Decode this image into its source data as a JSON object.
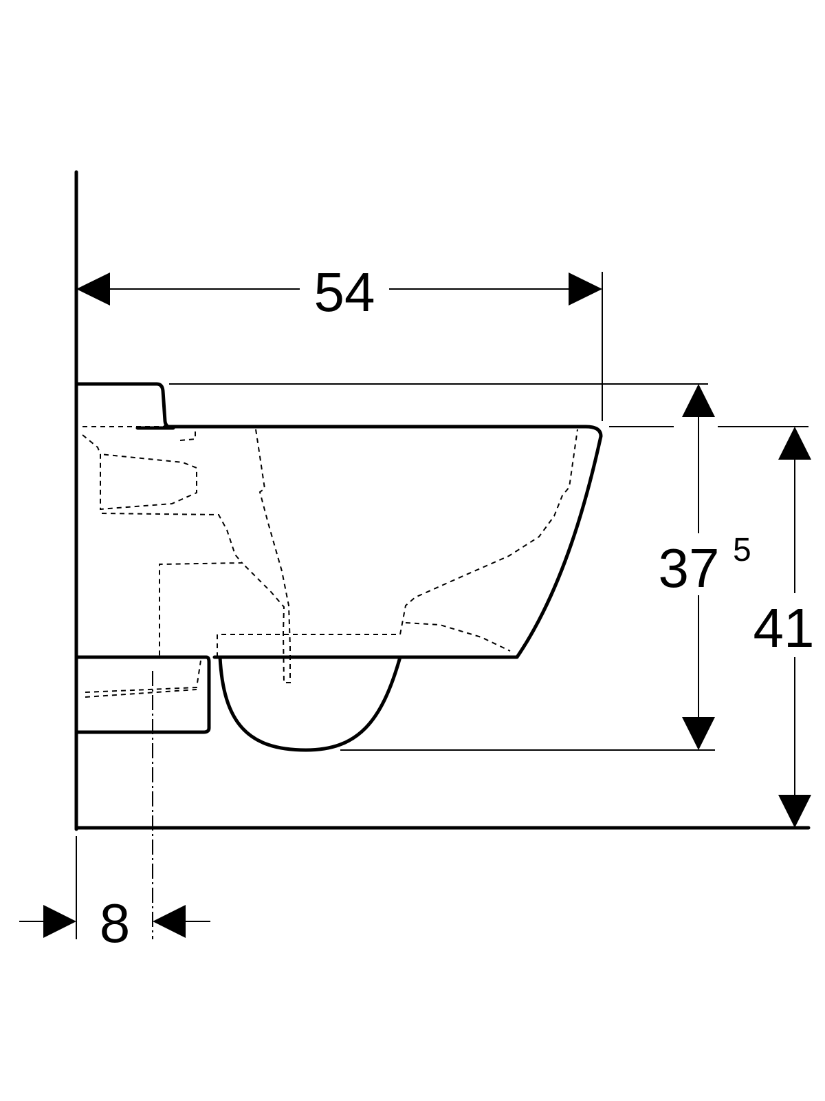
{
  "dimensions": {
    "depth": "54",
    "bowl_height_main": "37",
    "bowl_height_sup": "5",
    "total_height": "41",
    "wall_offset": "8"
  },
  "colors": {
    "line": "#000000",
    "background": "#ffffff"
  }
}
